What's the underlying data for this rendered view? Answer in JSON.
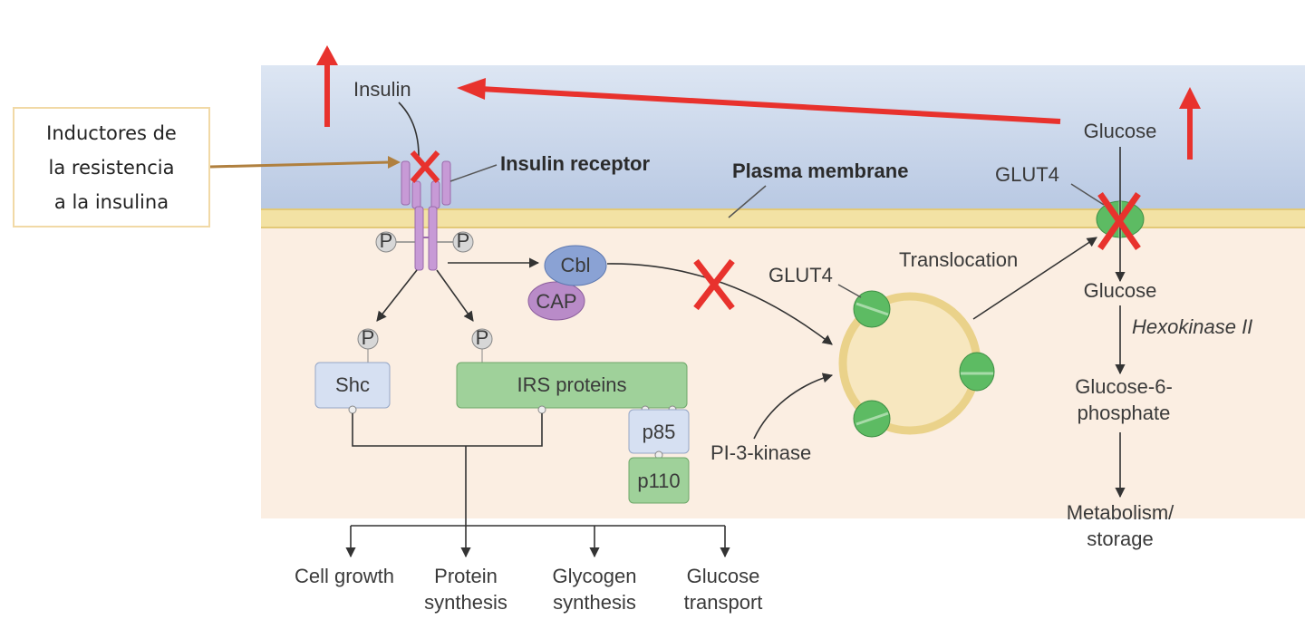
{
  "callout": {
    "line1": "Inductores de",
    "line2": "la resistencia",
    "line3": "a la insulina"
  },
  "labels": {
    "insulin": "Insulin",
    "insulin_receptor": "Insulin receptor",
    "plasma_membrane": "Plasma membrane",
    "glucose_out": "Glucose",
    "glut4_membrane": "GLUT4",
    "glut4_vesicle": "GLUT4",
    "translocation": "Translocation",
    "glucose_in": "Glucose",
    "hexokinase": "Hexokinase II",
    "g6p_line1": "Glucose-6-",
    "g6p_line2": "phosphate",
    "metab_line1": "Metabolism/",
    "metab_line2": "storage",
    "cbl": "Cbl",
    "cap": "CAP",
    "p": "P",
    "shc": "Shc",
    "irs": "IRS proteins",
    "p85": "p85",
    "p110": "p110",
    "pi3k": "PI-3-kinase",
    "out_cell_growth": "Cell growth",
    "out_protein_1": "Protein",
    "out_protein_2": "synthesis",
    "out_glycogen_1": "Glycogen",
    "out_glycogen_2": "synthesis",
    "out_glucose_1": "Glucose",
    "out_glucose_2": "transport"
  },
  "colors": {
    "extracellular": "#c9d6ea",
    "cytoplasm": "#fbeee2",
    "membrane": "#f3e2a4",
    "receptor": "#c79ad6",
    "irs_green": "#9fd19a",
    "shc_blue": "#d6e0f2",
    "glut4": "#5dbb63",
    "red_mark": "#e8322d",
    "callout_arrow": "#b0803f"
  },
  "icons": [
    "block-x-icon",
    "up-arrow-icon",
    "phosphate-icon",
    "glut4-transporter-icon"
  ]
}
